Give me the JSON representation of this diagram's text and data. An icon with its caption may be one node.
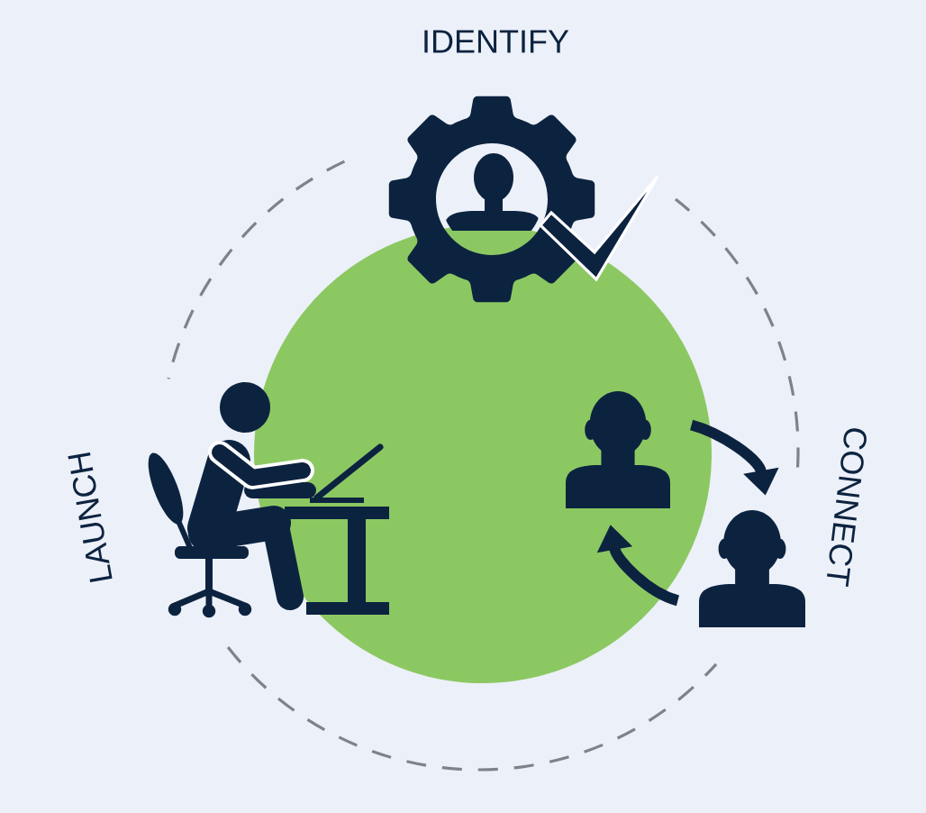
{
  "diagram": {
    "nodes": [
      {
        "text": [],
        "shape": "person"
      },
      {
        "text": [],
        "shape": "person"
      }
    ],
    "edges": [
      {
        "from": 0,
        "to": 1,
        "arrow": "to"
      },
      {
        "from": 1,
        "to": 0,
        "arrow": "to"
      }
    ],
    "labels": [
      "IDENTIFY",
      "CONNECT",
      "LAUNCH"
    ]
  }
}
